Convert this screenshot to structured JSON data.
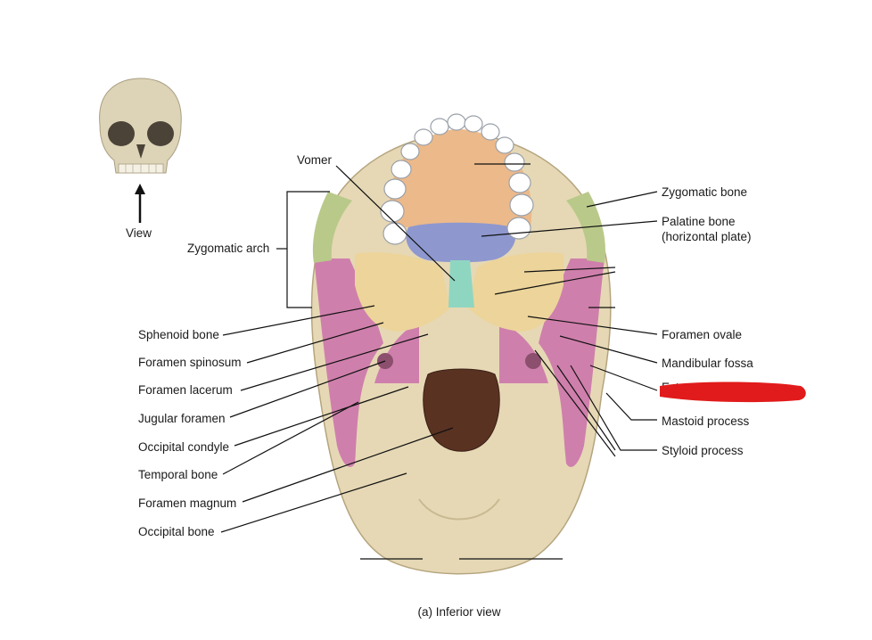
{
  "thumbnail": {
    "label": "View"
  },
  "labels_left": {
    "vomer": "Vomer",
    "zygomatic_arch": "Zygomatic arch",
    "sphenoid_bone": "Sphenoid bone",
    "foramen_spinosum": "Foramen spinosum",
    "foramen_lacerum": "Foramen lacerum",
    "jugular_foramen": "Jugular foramen",
    "occipital_condyle": "Occipital condyle",
    "temporal_bone": "Temporal bone",
    "foramen_magnum": "Foramen magnum",
    "occipital_bone": "Occipital bone"
  },
  "labels_right": {
    "zygomatic_bone": "Zygomatic bone",
    "palatine_bone": "Palatine bone",
    "palatine_bone_sub": "(horizontal plate)",
    "foramen_ovale": "Foramen ovale",
    "mandibular_fossa": "Mandibular fossa",
    "external_partial": "External a",
    "mastoid_process": "Mastoid process",
    "styloid_process": "Styloid process"
  },
  "caption": "(a) Inferior view",
  "colors": {
    "skull_base": "#e6d8b5",
    "maxilla": "#ecb98a",
    "zygomatic": "#b9c98a",
    "palatine": "#8e98cf",
    "vomer": "#8fd6c1",
    "sphenoid": "#ecd49a",
    "temporal": "#cf7fac",
    "foramen_magnum": "#5a3222",
    "redaction": "#e11b1b"
  }
}
